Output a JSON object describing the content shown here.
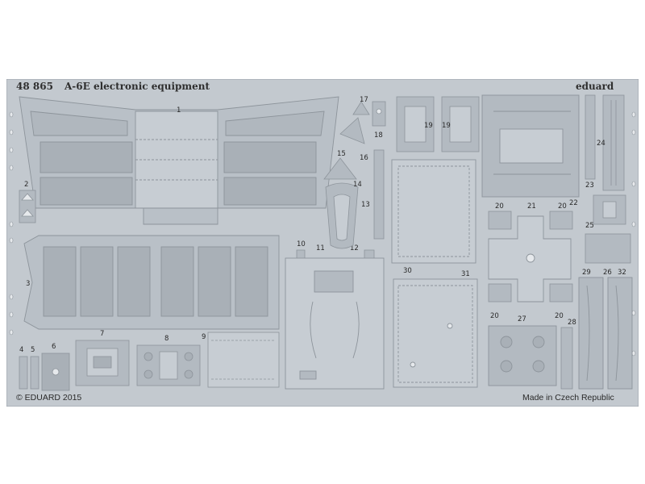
{
  "fret": {
    "code": "48 865",
    "title": "A-6E electronic equipment",
    "brand": "eduard",
    "copyright": "© EDUARD 2015",
    "origin": "Made in Czech Republic"
  },
  "parts": [
    "1",
    "2",
    "3",
    "4",
    "5",
    "6",
    "7",
    "8",
    "9",
    "10",
    "11",
    "12",
    "13",
    "14",
    "15",
    "16",
    "17",
    "18",
    "19",
    "19",
    "20",
    "20",
    "20",
    "20",
    "21",
    "22",
    "23",
    "24",
    "25",
    "26",
    "27",
    "28",
    "29",
    "30",
    "31",
    "32"
  ],
  "colors": {
    "metal": "#c3c9cf",
    "metal_dark": "#a6adb4",
    "etch_line": "#8d949b",
    "panel": "#b3bac1",
    "text": "#2a2a2a"
  }
}
